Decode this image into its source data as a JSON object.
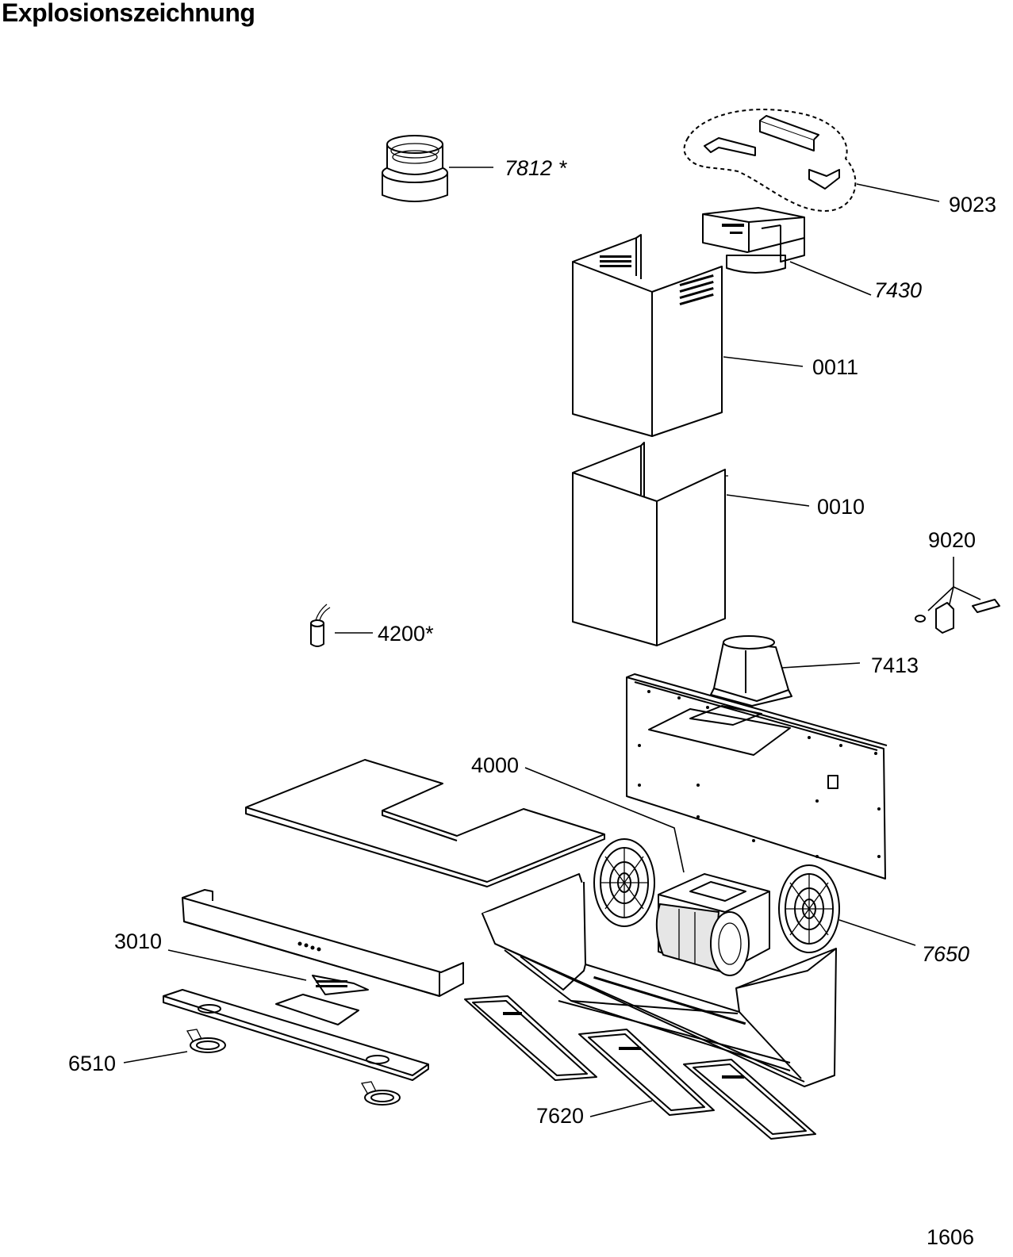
{
  "title": "Explosionszeichnung",
  "page_number": "1606",
  "labels": {
    "p7812": "7812 *",
    "p9023": "9023",
    "p7430": "7430",
    "p0011": "0011",
    "p0010": "0010",
    "p9020": "9020",
    "p4200": "4200*",
    "p7413": "7413",
    "p4000": "4000",
    "p3010": "3010",
    "p7650": "7650",
    "p6510": "6510",
    "p7620": "7620"
  }
}
